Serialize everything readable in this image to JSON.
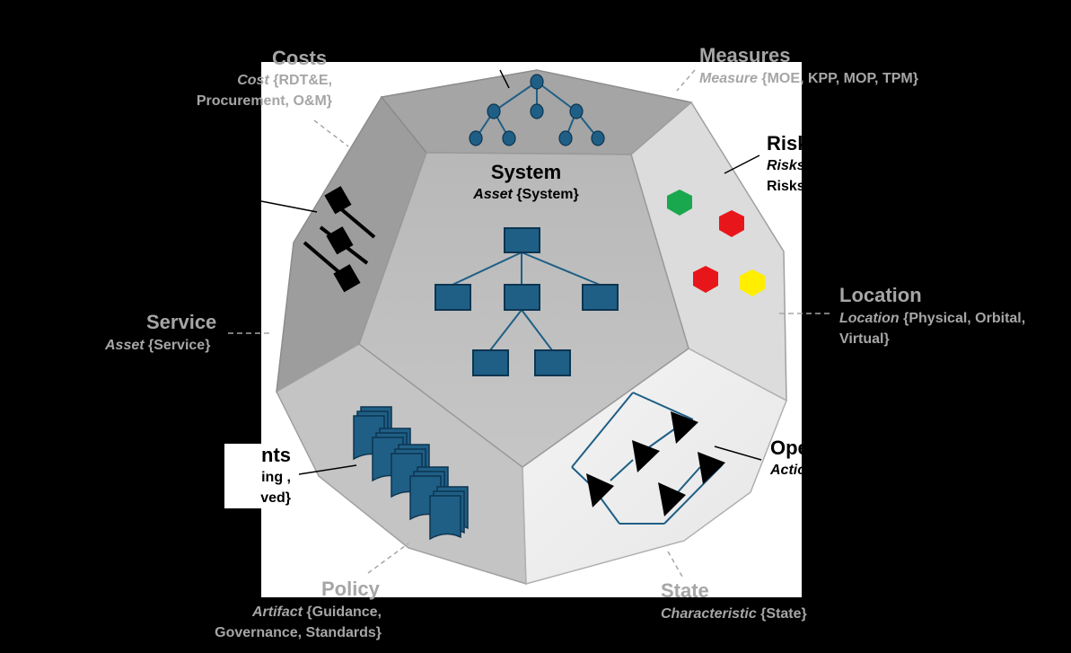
{
  "center": {
    "title": "System",
    "category": "Asset",
    "values": "{System}"
  },
  "costs": {
    "title": "Costs",
    "category": "Cost",
    "values_line1": "{RDT&E,",
    "values_line2": "Procurement, O&M}"
  },
  "measures": {
    "title": "Measures",
    "category": "Measure",
    "values": "{MOE, KPP, MOP, TPM}"
  },
  "risks": {
    "title": "Risk",
    "line2": "Risks",
    "line3": "Risks"
  },
  "location": {
    "title": "Location",
    "category": "Location",
    "values_line1": "{Physical, Orbital,",
    "values_line2": "Virtual}"
  },
  "service": {
    "title": "Service",
    "category": "Asset",
    "values": "{Service}"
  },
  "documents": {
    "title": "nts",
    "line2": "ing ,",
    "line3": "ved}"
  },
  "operations": {
    "title": "Ope",
    "line2": "Actio"
  },
  "policy": {
    "title": "Policy",
    "category": "Artifact",
    "values_line1": "{Guidance,",
    "values_line2": "Governance, Standards}"
  },
  "state": {
    "title": "State",
    "category": "Characteristic",
    "values": "{State}"
  },
  "colors": {
    "background": "#000000",
    "muted_label": "#a6a6a6",
    "icon_blue": "#1f5f86",
    "risk_green": "#1aa84f",
    "risk_red": "#e8161b",
    "risk_yellow": "#ffee00"
  },
  "icons": {
    "top_face": "tree-hierarchy-icon",
    "left_face": "sliders-icon",
    "right_face": "risk-hexagons-icon",
    "bottom_left_face": "document-stack-icon",
    "bottom_right_face": "process-flow-icon",
    "center_face": "org-chart-icon"
  }
}
